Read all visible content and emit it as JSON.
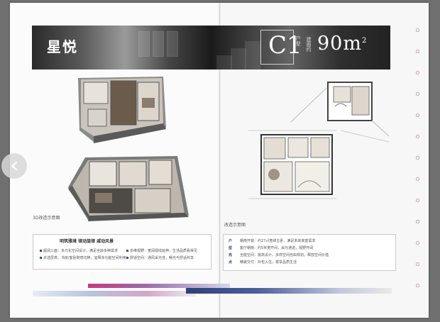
{
  "brochure": {
    "project_name": "星悦",
    "unit_code": "C1",
    "unit_type_label": "户型",
    "area_label": "建面约",
    "area_value": "90m",
    "area_unit_sup": "2",
    "left_caption": "3D改造示意图",
    "right_caption": "改造示意图",
    "left_callout": {
      "title": "明筑雅境 律动旋律 戚动风景",
      "features": [
        "超阔三面：多元化空间设计，满足全龄多种需求",
        "多选层高：书房/客卧随意切换，宜释多功能空间利用",
        "多维视野：宽阔视线延伸，生活品质看得见",
        "舒适空间：通风采光佳，畅光与舒适并享"
      ]
    },
    "right_table": {
      "rows": [
        {
          "key": "户",
          "value": "朝南开窗：约27㎡宽绰主卧，满足未来家庭需求"
        },
        {
          "key": "型",
          "value": "客厅朝南：约5米宽开间，采光通透，视野开阔"
        },
        {
          "key": "亮",
          "value": "全能空间：挑高设计，多样空间自由规划，释放空间价值"
        },
        {
          "key": "点",
          "value": "精装交付：拎包入住，尊享品质生活"
        }
      ]
    }
  },
  "viewer": {
    "prev_button_icon": "chevron-left-icon"
  },
  "colors": {
    "accent": "#3c4f7d",
    "page_bg": "#fbfbfb",
    "viewer_bg": "#707070"
  }
}
